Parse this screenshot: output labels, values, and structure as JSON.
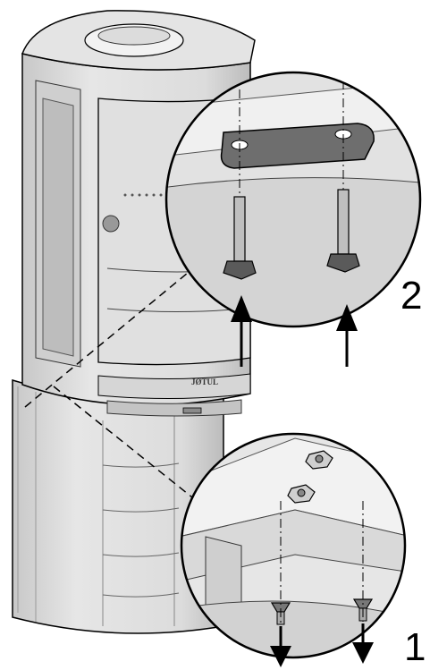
{
  "steps": {
    "step_upper": "2",
    "step_lower": "1"
  },
  "brand": {
    "logo_text": "JØTUL"
  },
  "colors": {
    "body_gray": "#d8d8d8",
    "light_gray": "#ececec",
    "mid_gray": "#bdbdbd",
    "dark_gray": "#7a7a7a",
    "bracket": "#6e6e6e",
    "outline": "#000000"
  }
}
